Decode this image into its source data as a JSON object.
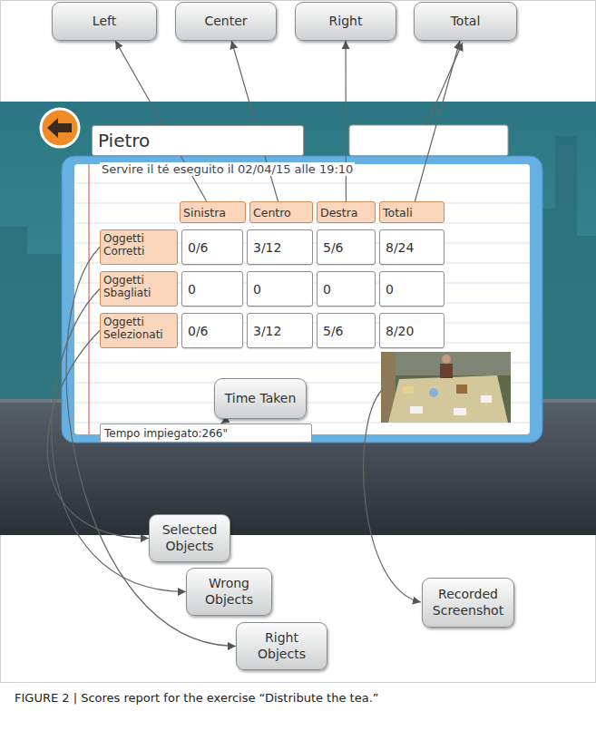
{
  "diagram": {
    "caption": "FIGURE 2 | Scores report for the exercise “Distribute the tea.”",
    "nodes": [
      {
        "text": [
          "Left"
        ]
      },
      {
        "text": [
          "Center"
        ]
      },
      {
        "text": [
          "Right"
        ]
      },
      {
        "text": [
          "Total"
        ]
      },
      {
        "text": [
          "Pietro"
        ]
      },
      {
        "text": [
          "Servire il té eseguito il 02/04/15 alle 19:10"
        ]
      },
      {
        "text": [
          "Sinistra"
        ],
        "in": 5
      },
      {
        "text": [
          "Centro"
        ],
        "in": 5
      },
      {
        "text": [
          "Destra"
        ],
        "in": 5
      },
      {
        "text": [
          "Totali"
        ],
        "in": 5
      },
      {
        "text": [
          "Oggetti Corretti"
        ],
        "in": 5
      },
      {
        "text": [
          "0/6"
        ],
        "in": 5
      },
      {
        "text": [
          "3/12"
        ],
        "in": 5
      },
      {
        "text": [
          "5/6"
        ],
        "in": 5
      },
      {
        "text": [
          "8/24"
        ],
        "in": 5
      },
      {
        "text": [
          "Oggetti Sbagliati"
        ],
        "in": 5
      },
      {
        "text": [
          "0"
        ],
        "in": 5
      },
      {
        "text": [
          "0"
        ],
        "in": 5
      },
      {
        "text": [
          "0"
        ],
        "in": 5
      },
      {
        "text": [
          "0"
        ],
        "in": 5
      },
      {
        "text": [
          "Oggetti Selezionati"
        ],
        "in": 5
      },
      {
        "text": [
          "0/6"
        ],
        "in": 5
      },
      {
        "text": [
          "3/12"
        ],
        "in": 5
      },
      {
        "text": [
          "5/6"
        ],
        "in": 5
      },
      {
        "text": [
          "8/20"
        ],
        "in": 5
      },
      {
        "text": [
          "Tempo impiegato:266\""
        ],
        "in": 5
      },
      {
        "text": [
          "Time Taken"
        ]
      },
      {
        "text": [
          "Selected Objects"
        ]
      },
      {
        "text": [
          "Wrong Objects"
        ]
      },
      {
        "text": [
          "Right Objects"
        ]
      },
      {
        "text": [
          "Recorded Screenshot"
        ]
      }
    ],
    "edges": [
      {
        "from": 6,
        "to": 0,
        "arrow": "to"
      },
      {
        "from": 7,
        "to": 1,
        "arrow": "to"
      },
      {
        "from": 8,
        "to": 2,
        "arrow": "to"
      },
      {
        "from": 9,
        "to": 3,
        "arrow": "to"
      },
      {
        "from": 26,
        "to": 25,
        "arrow": "to"
      },
      {
        "from": 20,
        "to": 27,
        "arrow": "to"
      },
      {
        "from": 15,
        "to": 28,
        "arrow": "to"
      },
      {
        "from": 10,
        "to": 29,
        "arrow": "to"
      }
    ]
  }
}
